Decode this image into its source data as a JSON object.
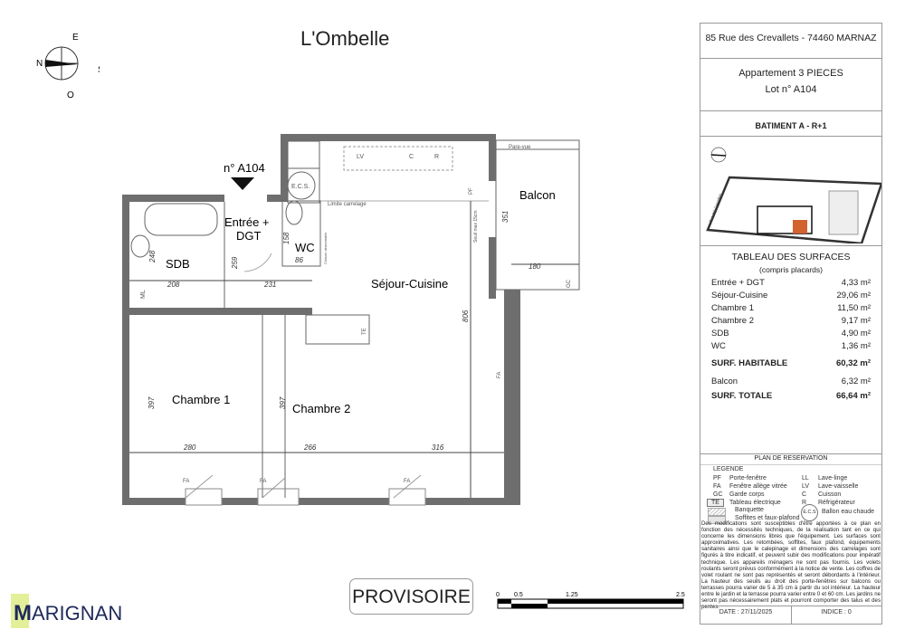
{
  "project_title": "L'Ombelle",
  "compass": {
    "n": "N",
    "e": "E",
    "s": "S",
    "o": "O"
  },
  "entry_marker": "n° A104",
  "rooms": {
    "entree": "Entrée +",
    "entree2": "DGT",
    "wc": "WC",
    "sdb": "SDB",
    "sejour": "Séjour-Cuisine",
    "chambre1": "Chambre 1",
    "chambre2": "Chambre 2",
    "balcon": "Balcon"
  },
  "annotations": {
    "ecs": "E.C.S.",
    "lv": "LV",
    "c": "C",
    "r": "R",
    "ml": "ML",
    "limite": "Limite carrelage",
    "pf": "PF",
    "seuil": "Seuil max 15cm",
    "pare_vue": "Pare-vue",
    "gc": "GC",
    "fa": "FA",
    "te": "TE",
    "cloison": "Cloison démontable"
  },
  "dimensions": {
    "d248": "248",
    "d208": "208",
    "d231": "231",
    "d259": "259",
    "d158": "158",
    "d86": "86",
    "d806": "806",
    "d351": "351",
    "d180": "180",
    "d397a": "397",
    "d397b": "397",
    "d280": "280",
    "d266": "266",
    "d316": "316"
  },
  "panel": {
    "address": "85 Rue des Crevallets - 74460 MARNAZ",
    "apartment": "Appartement 3 PIECES",
    "lot": "Lot n° A104",
    "building": "BATIMENT A - R+1",
    "street_label": "Rue des Crevallets",
    "surfaces_title": "TABLEAU DES SURFACES",
    "surfaces_subtitle": "(compris placards)",
    "surfaces": [
      {
        "label": "Entrée + DGT",
        "value": "4,33 m²"
      },
      {
        "label": "Séjour-Cuisine",
        "value": "29,06 m²"
      },
      {
        "label": "Chambre 1",
        "value": "11,50 m²"
      },
      {
        "label": "Chambre 2",
        "value": "9,17 m²"
      },
      {
        "label": "SDB",
        "value": "4,90 m²"
      },
      {
        "label": "WC",
        "value": "1,36 m²"
      }
    ],
    "habitable": {
      "label": "SURF. HABITABLE",
      "value": "60,32 m²"
    },
    "balcon": {
      "label": "Balcon",
      "value": "6,32 m²"
    },
    "totale": {
      "label": "SURF. TOTALE",
      "value": "66,64 m²"
    },
    "plan_title": "PLAN DE RESERVATION",
    "legend_title": "LEGENDE",
    "legend_left": [
      {
        "code": "PF",
        "label": "Porte-fenêtre"
      },
      {
        "code": "FA",
        "label": "Fenêtre allège vitrée"
      },
      {
        "code": "GC",
        "label": "Garde corps"
      },
      {
        "code": "TE",
        "label": "Tableau électrique"
      }
    ],
    "legend_right": [
      {
        "code": "LL",
        "label": "Lave-linge"
      },
      {
        "code": "LV",
        "label": "Lave-vaisselle"
      },
      {
        "code": "C",
        "label": "Cuisson"
      },
      {
        "code": "R",
        "label": "Réfrigérateur"
      }
    ],
    "legend_banquette": "Banquette",
    "legend_soffites": "Soffites et faux-plafond",
    "legend_ecs_symbol": "E.C.S",
    "legend_ecs": "Ballon eau chaude",
    "disclaimer": "Des modifications sont susceptibles d'être apportées à ce plan en fonction des nécessités techniques, de la réalisation tant en ce qui concerne les dimensions libres que l'équipement. Les surfaces sont approximatives. Les retombées, soffites, faux plafond, équipements sanitaires ainsi que le calepinage et dimensions des carrelages sont figurés à titre indicatif, et peuvent subir des modifications pour impératif technique. Les appareils ménagers ne sont pas fournis. Les volets roulants seront prévus conformément à la notice de vente. Les coffres de volet roulant ne sont pas représentés et seront débordants à l'intérieur. La hauteur des seuils au droit des porte-fenêtres sur balcons ou terrasses pourra varier de 5 à 35 cm à partir du sol intérieur. La hauteur entre le jardin et la terrasse pourra varier entre 0 et 60 cm. Les jardins ne seront pas nécessairement plats et pourront comporter des talus et des pentes.",
    "date": "DATE : 27/11/2025",
    "index": "INDICE : 0"
  },
  "logo": {
    "text": "ARIGNAN",
    "initial": "M",
    "accent": "#e4ef9a",
    "brand": "#1e2a5a"
  },
  "provisoire": "PROVISOIRE",
  "scale": {
    "ticks": [
      "0",
      "0.5",
      "1.25",
      "2.5"
    ]
  },
  "colors": {
    "wall": "#6e6e6e",
    "highlight": "#d2622e"
  }
}
